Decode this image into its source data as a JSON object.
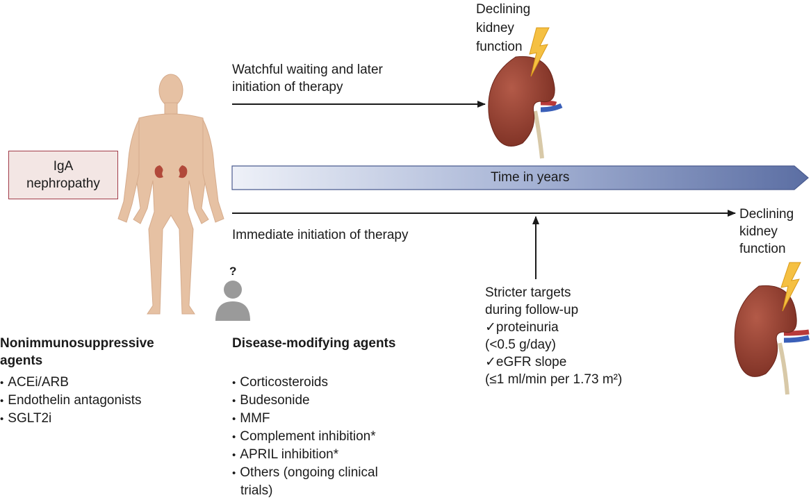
{
  "iga_box": {
    "line1": "IgA",
    "line2": "nephropathy"
  },
  "timeline": {
    "label": "Time in years"
  },
  "top_path": {
    "label_line1": "Watchful waiting and later",
    "label_line2": "initiation of therapy",
    "outcome": [
      "Declining",
      "kidney",
      "function"
    ]
  },
  "bottom_path": {
    "label": "Immediate initiation of therapy",
    "outcome": [
      "Declining",
      "kidney",
      "function"
    ]
  },
  "targets": {
    "heading_line1": "Stricter targets",
    "heading_line2": "during follow-up",
    "item1": "✓proteinuria",
    "item1_detail": "(<0.5 g/day)",
    "item2": "✓eGFR slope",
    "item2_detail": "(≤1 ml/min per 1.73 m²)"
  },
  "question_mark": "?",
  "nonimmuno": {
    "title_line1": "Nonimmunosuppressive",
    "title_line2": "agents",
    "items": [
      "ACEi/ARB",
      "Endothelin antagonists",
      "SGLT2i"
    ]
  },
  "disease_modifying": {
    "title": "Disease-modifying agents",
    "items": [
      "Corticosteroids",
      "Budesonide",
      "MMF",
      "Complement inhibition*",
      "APRIL inhibition*"
    ],
    "others_line1": "Others (ongoing clinical",
    "others_line2": "trials)"
  },
  "colors": {
    "timeline_start": "#e9edf6",
    "timeline_end": "#5a6da3",
    "kidney": "#8e3b2c",
    "body": "#e8c3a5",
    "person": "#9a9a9a"
  }
}
